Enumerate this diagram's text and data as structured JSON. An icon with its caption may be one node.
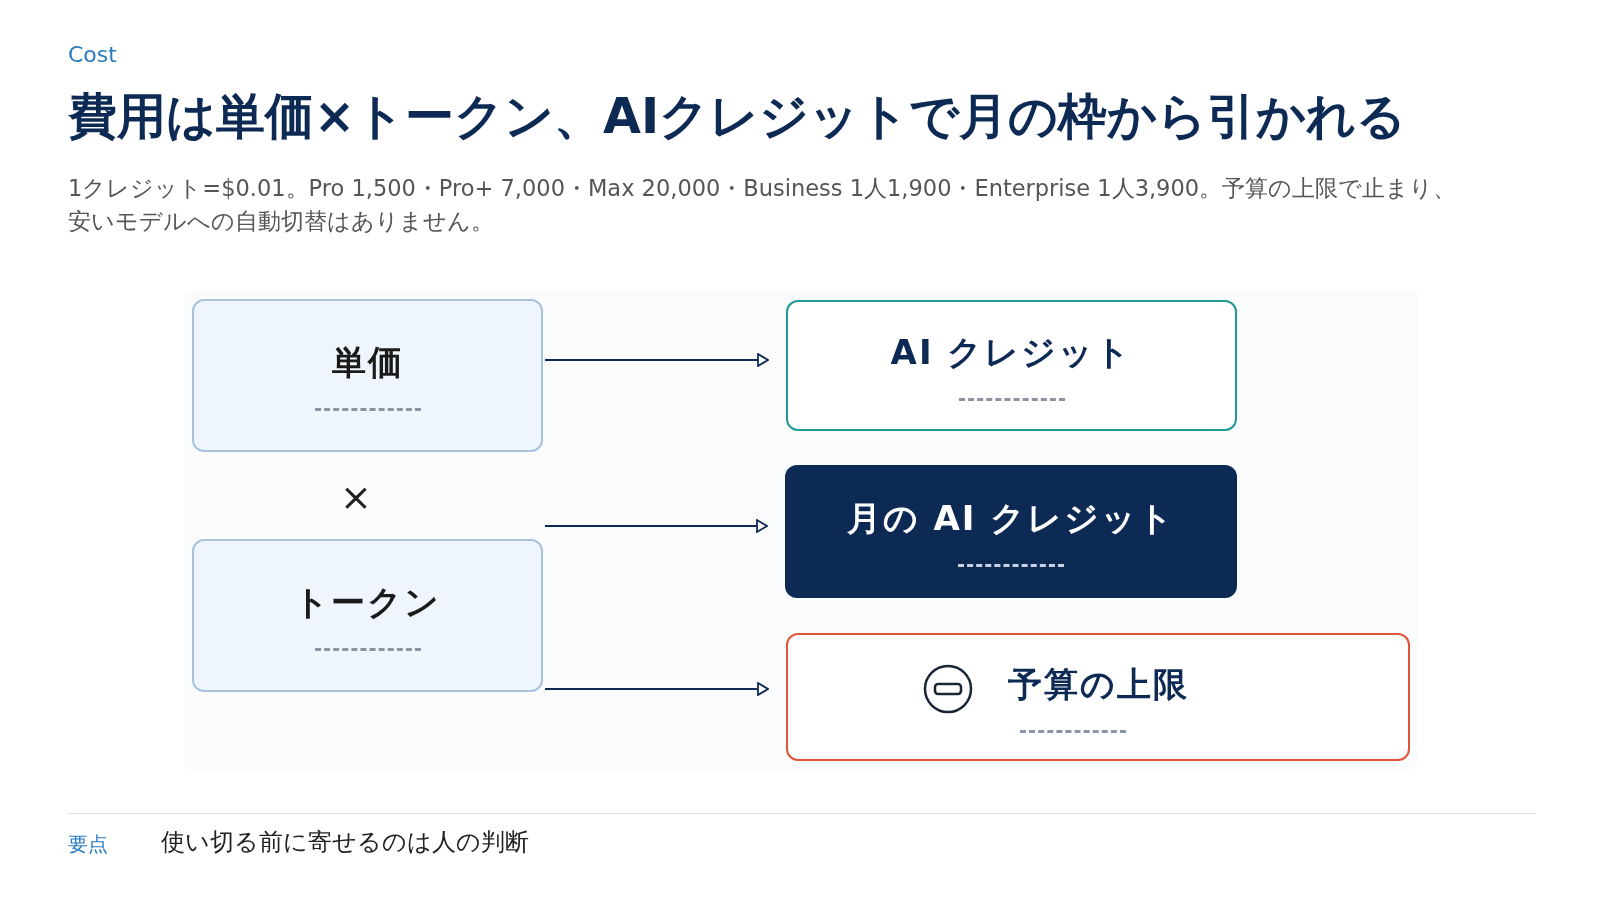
{
  "diagram": {
    "title": "費用は単価×トークン、AIクレジットで月の枠から引かれる",
    "nodes": [
      {
        "text": [
          "単価"
        ]
      },
      {
        "text": [
          "トークン"
        ]
      },
      {
        "text": [
          "AI クレジット"
        ]
      },
      {
        "text": [
          "月の AI クレジット"
        ]
      },
      {
        "text": [
          "予算の上限"
        ]
      }
    ],
    "edges": [
      {
        "from": 0,
        "to": 2,
        "arrow": "to"
      },
      {
        "from": 1,
        "to": 3,
        "arrow": "to"
      },
      {
        "from": 1,
        "to": 4,
        "arrow": "to"
      }
    ],
    "labels": [
      "Cost",
      "1クレジット=$0.01。Pro 1,500・Pro+ 7,000・Max 20,000・Business 1人1,900・Enterprise 1人3,900。予算の上限で止まり、安いモデルへの自動切替はありません。",
      "×",
      "要点",
      "使い切る前に寄せるのは人の判断"
    ]
  }
}
